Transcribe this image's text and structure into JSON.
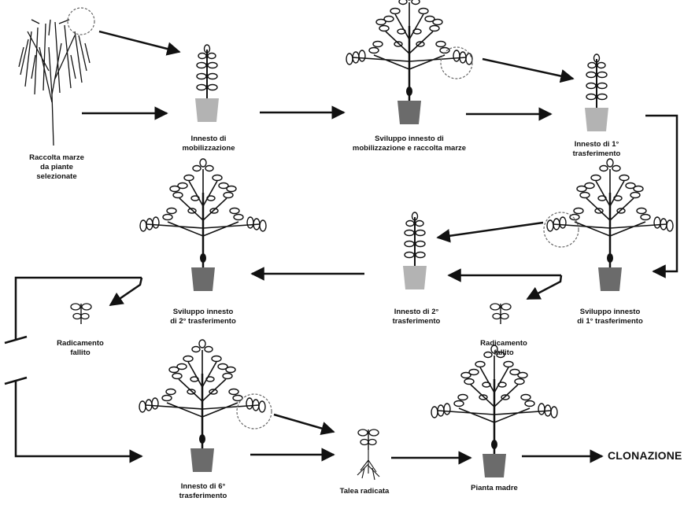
{
  "labels": {
    "raccolta": "Raccolta marze\nda piante\nselezionate",
    "mobilizzazione": "Innesto di\nmobilizzazione",
    "sviluppo_mob": "Sviluppo innesto di\nmobilizzazione e raccolta marze",
    "trasf1": "Innesto di 1°\ntrasferimento",
    "sviluppo_trasf1": "Sviluppo innesto\ndi 1° trasferimento",
    "trasf2": "Innesto di 2°\ntrasferimento",
    "sviluppo_trasf2": "Sviluppo innesto\ndi 2° trasferimento",
    "fallito_a": "Radicamento\nfallito",
    "fallito_b": "Radicamento\nfallito",
    "trasf6": "Innesto di 6°\ntrasferimento",
    "talea": "Talea radicata",
    "pianta_madre": "Pianta madre",
    "clonazione": "CLONAZIONE"
  },
  "colors": {
    "pot_dark": "#6b6b6b",
    "pot_light": "#b3b3b3",
    "line": "#111111"
  }
}
